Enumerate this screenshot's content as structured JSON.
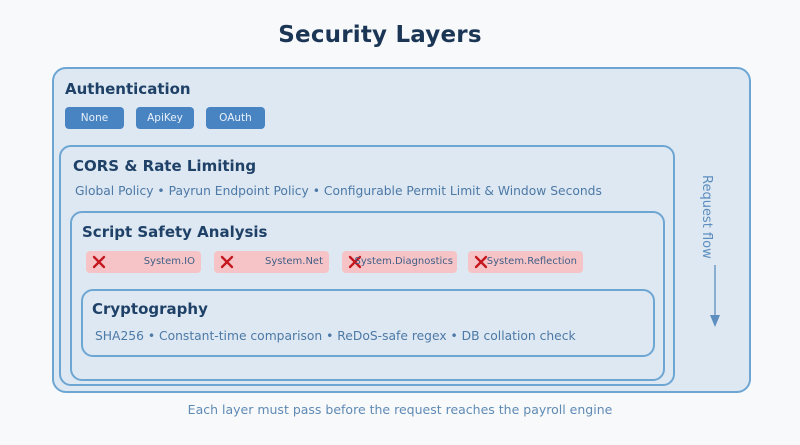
{
  "title": "Security Layers",
  "layers": [
    {
      "title": "Authentication",
      "chips": [
        {
          "label": "None"
        },
        {
          "label": "ApiKey"
        },
        {
          "label": "OAuth"
        }
      ]
    },
    {
      "title": "CORS & Rate Limiting",
      "description": "Global Policy • Payrun Endpoint Policy • Configurable Permit Limit & Window Seconds"
    },
    {
      "title": "Script Safety Analysis",
      "blocked_namespaces": [
        {
          "label": "System.IO",
          "icon": "x-icon"
        },
        {
          "label": "System.Net",
          "icon": "x-icon"
        },
        {
          "label": "System.Diagnostics",
          "icon": "x-icon"
        },
        {
          "label": "System.Reflection",
          "icon": "x-icon"
        }
      ]
    },
    {
      "title": "Cryptography",
      "description": "SHA256 • Constant-time comparison • ReDoS-safe regex • DB collation check"
    }
  ],
  "flow": {
    "label": "Request flow",
    "icon": "arrow-down-icon"
  },
  "caption": "Each layer must pass before the request reaches the payroll engine",
  "colors": {
    "background": "#f7f9fb",
    "layer_fill": "#dde8f2",
    "layer_border": "#6ea6d3",
    "title_text": "#1b3555",
    "auth_chip": "#4883c2",
    "blocked_chip": "#f6c4c6",
    "blocked_x": "#c4161c",
    "description_text": "#4d79a6"
  }
}
